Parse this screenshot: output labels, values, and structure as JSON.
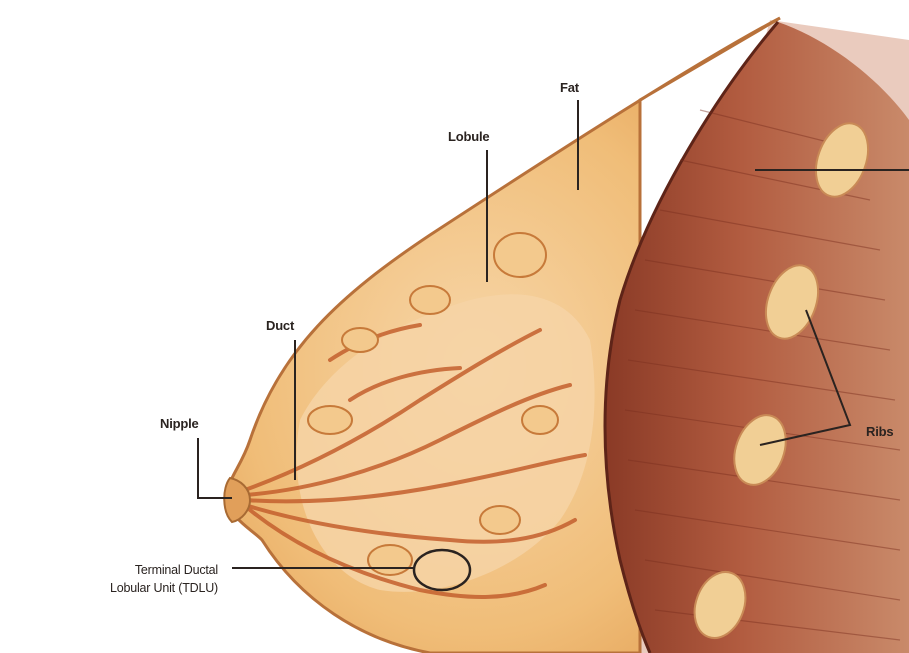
{
  "labels": {
    "fat": "Fat",
    "lobule": "Lobule",
    "duct": "Duct",
    "nipple": "Nipple",
    "ribs": "Ribs",
    "tdlu_line1": "Terminal Ductal",
    "tdlu_line2": "Lobular Unit (TDLU)"
  },
  "colors": {
    "skin": "#e8a457",
    "fat": "#f0b96e",
    "glandular": "#f5cfa0",
    "muscle": "#a8523a",
    "muscle_dark": "#7e3424",
    "rib": "#f1cf95",
    "duct": "#c4602e",
    "leader_line": "#2a2320"
  }
}
